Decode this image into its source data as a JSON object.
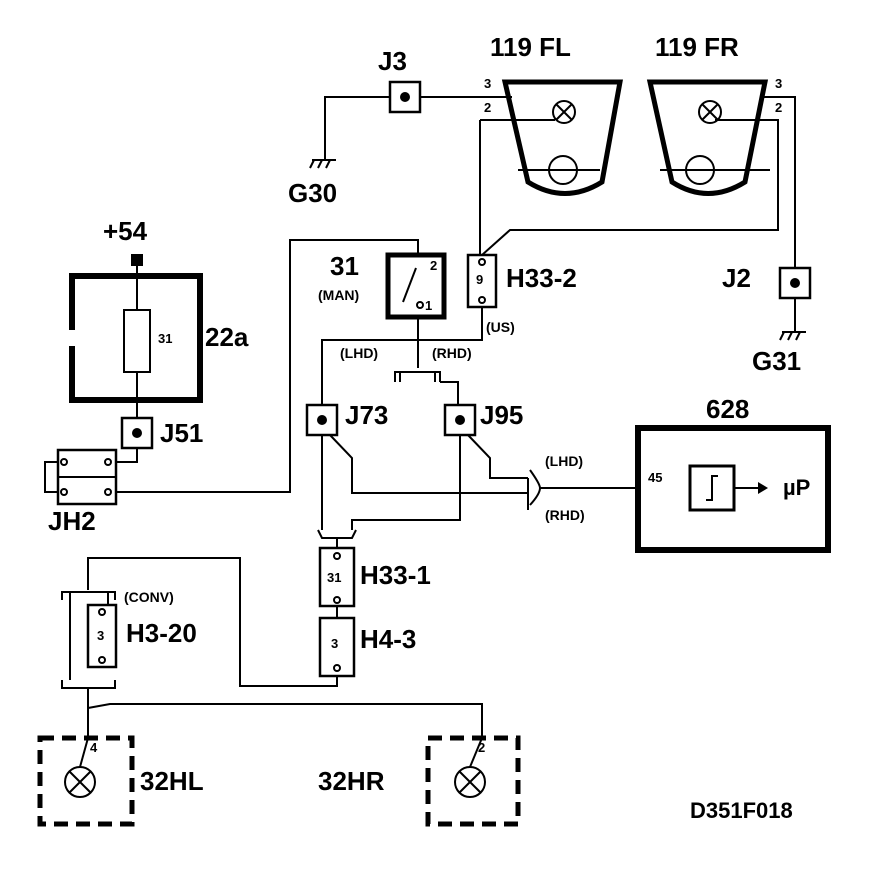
{
  "labels": {
    "fl": "119 FL",
    "fr": "119 FR",
    "j3": "J3",
    "g30": "G30",
    "g31": "G31",
    "j2": "J2",
    "plus54": "+54",
    "fuse_box": "22a",
    "fuse_value": "31",
    "j51": "J51",
    "jh2": "JH2",
    "switch_num": "31",
    "man": "(MAN)",
    "switch_pin2": "2",
    "switch_pin1": "1",
    "h33_2": "H33-2",
    "h33_2_pin": "9",
    "us": "(US)",
    "lhd_top": "(LHD)",
    "rhd_top": "(RHD)",
    "j73": "J73",
    "j95": "J95",
    "ecu_num": "628",
    "ecu_pin": "45",
    "ecu_out": "µP",
    "lhd_right": "(LHD)",
    "rhd_right": "(RHD)",
    "h33_1": "H33-1",
    "h33_1_pin": "31",
    "h4_3": "H4-3",
    "h4_3_pin": "3",
    "conv": "(CONV)",
    "h3_20": "H3-20",
    "h3_20_pin": "3",
    "hl": "32HL",
    "hr": "32HR",
    "hl_pin": "4",
    "hr_pin": "2",
    "fl_pin3": "3",
    "fl_pin2": "2",
    "fr_pin3": "3",
    "fr_pin2": "2",
    "code": "D351F018"
  }
}
